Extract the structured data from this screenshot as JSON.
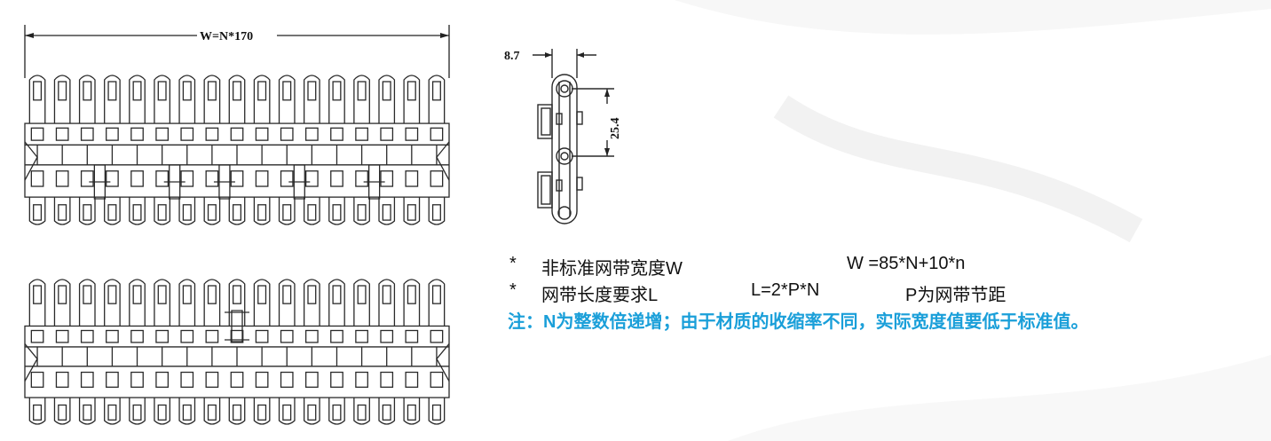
{
  "colors": {
    "line": "#222222",
    "note_accent": "#1a9fd9",
    "background": "#ffffff"
  },
  "top_view": {
    "width_dimension": "W=N*170",
    "module_count": 17
  },
  "side_view": {
    "thickness_dimension": "8.7",
    "pitch_dimension": "25.4"
  },
  "notes": {
    "bullet1": {
      "star": "*",
      "label": "非标准网带宽度W",
      "formula": "W =85*N+10*n"
    },
    "bullet2": {
      "star": "*",
      "label": "网带长度要求L",
      "formula": "L=2*P*N",
      "extra": "P为网带节距"
    },
    "remark": "注：N为整数倍递增；由于材质的收缩率不同，实际宽度值要低于标准值。"
  }
}
